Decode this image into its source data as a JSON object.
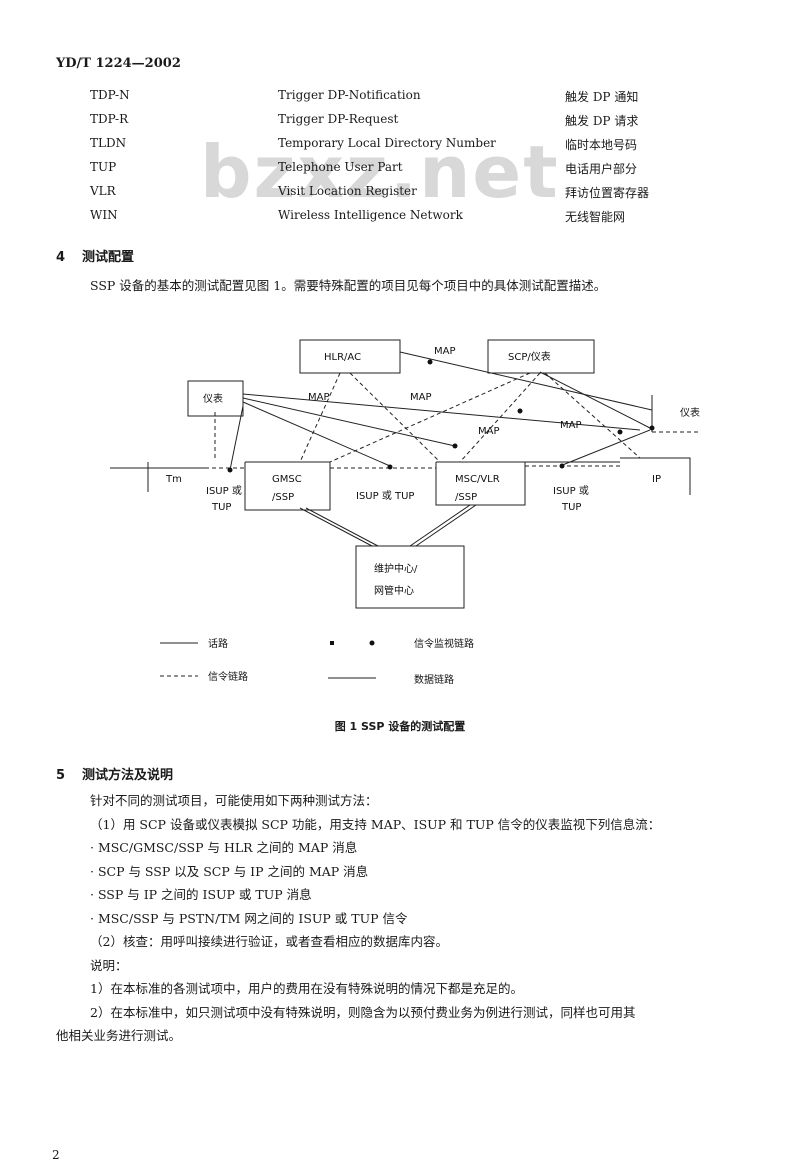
{
  "header": {
    "doc_id": "YD/T 1224—2002"
  },
  "watermark": "bzxz.net",
  "abbreviations": [
    {
      "abbr": "TDP-N",
      "en": "Trigger DP-Notification",
      "zh": "触发 DP 通知"
    },
    {
      "abbr": "TDP-R",
      "en": "Trigger DP-Request",
      "zh": "触发 DP 请求"
    },
    {
      "abbr": "TLDN",
      "en": "Temporary Local Directory Number",
      "zh": "临时本地号码"
    },
    {
      "abbr": "TUP",
      "en": "Telephone User Part",
      "zh": "电话用户部分"
    },
    {
      "abbr": "VLR",
      "en": "Visit Location Register",
      "zh": "拜访位置寄存器"
    },
    {
      "abbr": "WIN",
      "en": "Wireless Intelligence Network",
      "zh": "无线智能网"
    }
  ],
  "section4": {
    "number": "4",
    "title": "测试配置",
    "text": "SSP 设备的基本的测试配置见图 1。需要特殊配置的项目见每个项目中的具体测试配置描述。"
  },
  "diagram": {
    "nodes": {
      "hlr": "HLR/AC",
      "scp": "SCP/仪表",
      "meter_left": "仪表",
      "meter_right": "仪表",
      "tm": "Tm",
      "gmsc": "GMSC",
      "gmsc2": "/SSP",
      "msc": "MSC/VLR",
      "msc2": "/SSP",
      "ip": "IP",
      "mgmt": "维护中心/",
      "mgmt2": "网管中心"
    },
    "labels": {
      "map_top": "MAP",
      "map_left": "MAP",
      "map_mid": "MAP",
      "map_low": "MAP",
      "map_right": "MAP",
      "isup_tup_left": "ISUP 或",
      "isup_tup_left2": "TUP",
      "isup_tup_mid": "ISUP 或 TUP",
      "isup_tup_right": "ISUP 或",
      "isup_tup_right2": "TUP"
    },
    "legend": {
      "speech": "话路",
      "signal_link": "信令链路",
      "monitor": "信令监视链路",
      "data": "数据链路"
    }
  },
  "figure_caption": "图 1  SSP 设备的测试配置",
  "section5": {
    "number": "5",
    "title": "测试方法及说明",
    "lines": [
      "针对不同的测试项目，可能使用如下两种测试方法：",
      "（1）用 SCP 设备或仪表模拟 SCP 功能，用支持 MAP、ISUP 和 TUP 信令的仪表监视下列信息流：",
      "· MSC/GMSC/SSP 与 HLR 之间的 MAP 消息",
      "· SCP 与 SSP 以及 SCP 与 IP 之间的 MAP 消息",
      "· SSP 与 IP 之间的 ISUP 或 TUP 消息",
      "· MSC/SSP 与 PSTN/TM 网之间的 ISUP 或 TUP 信令",
      "（2）核查：用呼叫接续进行验证，或者查看相应的数据库内容。",
      "说明：",
      "1）在本标准的各测试项中，用户的费用在没有特殊说明的情况下都是充足的。",
      "2）在本标准中，如只测试项中没有特殊说明，则隐含为以预付费业务为例进行测试，同样也可用其",
      "他相关业务进行测试。"
    ]
  },
  "page_number": "2"
}
